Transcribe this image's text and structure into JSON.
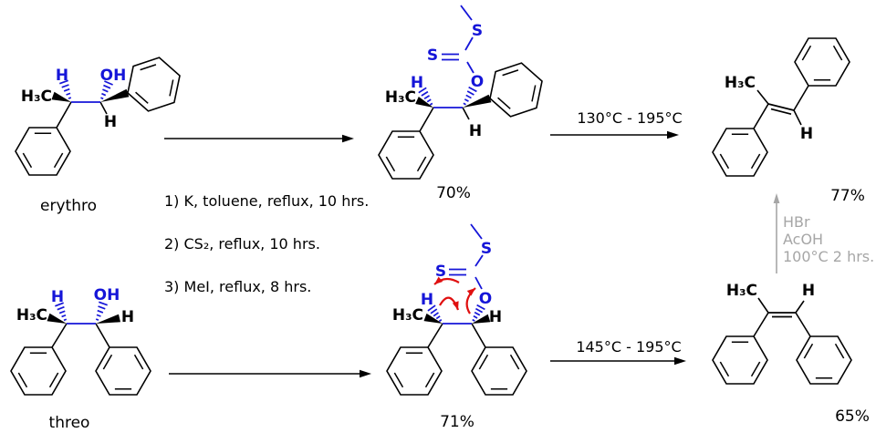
{
  "scheme": {
    "reactant_top_label": "erythro",
    "reactant_bottom_label": "threo",
    "conditions": [
      "1) K, toluene, reflux, 10 hrs.",
      "2) CS₂, reflux, 10 hrs.",
      "3) MeI, reflux, 8 hrs."
    ],
    "top_arrow_temperature": "130°C - 195°C",
    "bottom_arrow_temperature": "145°C - 195°C",
    "gray_arrow_conditions": [
      "HBr",
      "AcOH",
      "100°C 2 hrs."
    ],
    "yields": {
      "xanthate_top": "70%",
      "xanthate_bottom": "71%",
      "product_top": "77%",
      "product_bottom": "65%"
    }
  },
  "atoms": {
    "methyl": "H₃C",
    "hydrogen": "H",
    "hydroxyl": "OH",
    "sulfur": "S",
    "oxygen": "O"
  },
  "colors": {
    "bond_black": "#000000",
    "heteroatom_blue": "#1515d8",
    "mechanism_red": "#e01010",
    "gray_reagent": "#a6a6a6",
    "background": "#ffffff"
  }
}
